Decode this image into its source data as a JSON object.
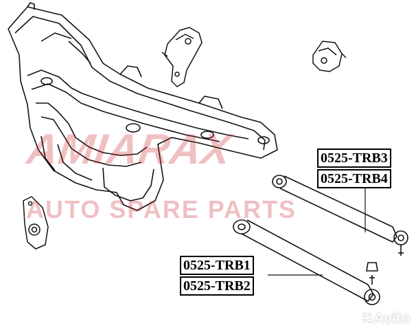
{
  "watermark": {
    "brand": "AMIARAX",
    "subtitle": "AUTO SPARE PARTS",
    "color": "#c41e24"
  },
  "callouts": {
    "upper": [
      "0525-TRB3",
      "0525-TRB4"
    ],
    "lower": [
      "0525-TRB1",
      "0525-TRB2"
    ]
  },
  "corner_mark": {
    "text": "Avito"
  }
}
